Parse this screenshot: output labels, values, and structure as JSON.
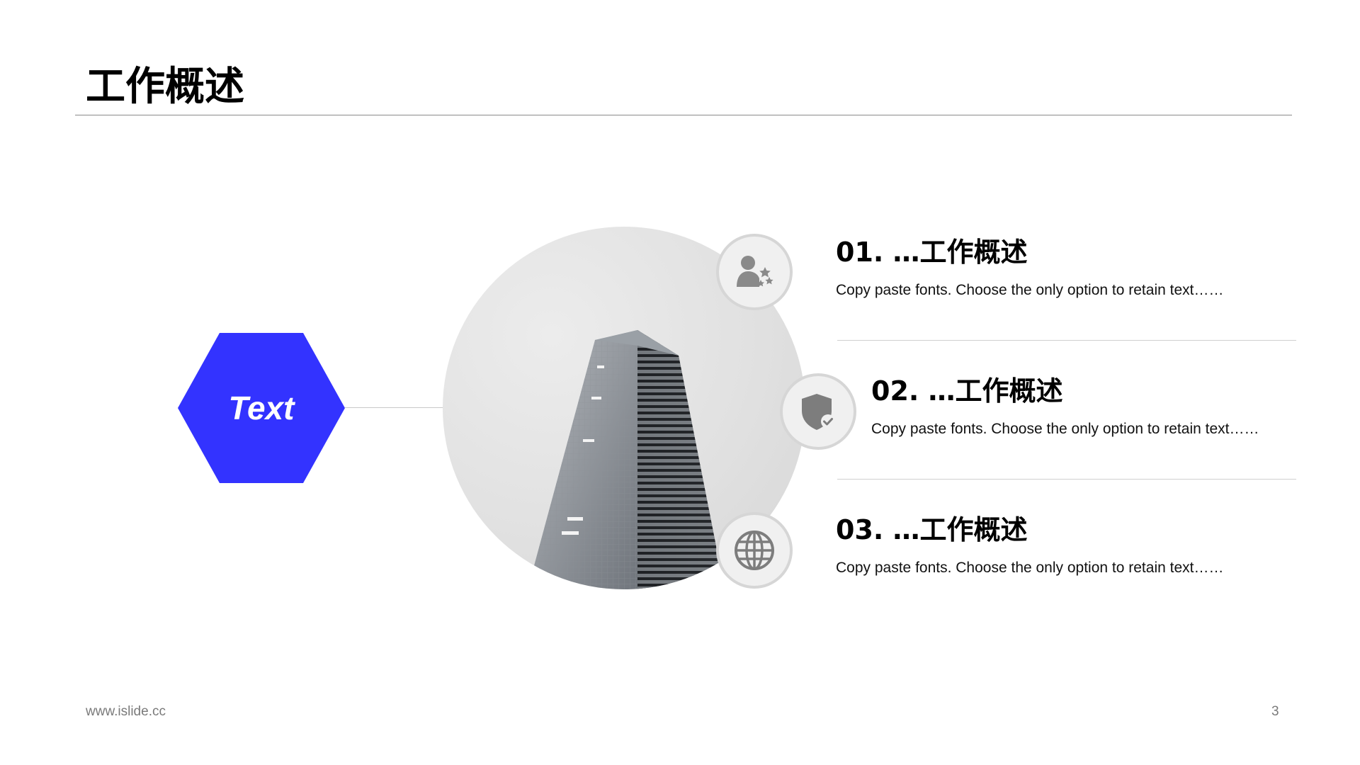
{
  "slide": {
    "title": "工作概述",
    "accent_color": "#3333ff"
  },
  "hexagon": {
    "label": "Text"
  },
  "photo": {
    "subject": "building-photo"
  },
  "items": [
    {
      "title": "01. …工作概述",
      "desc": "Copy paste fonts. Choose the only option to retain text……",
      "icon": "user-stars-icon"
    },
    {
      "title": "02. …工作概述",
      "desc": "Copy paste fonts. Choose the only option to retain text……",
      "icon": "shield-check-icon"
    },
    {
      "title": "03. …工作概述",
      "desc": "Copy paste fonts. Choose the only option to retain text……",
      "icon": "globe-icon"
    }
  ],
  "footer": {
    "url": "www.islide.cc",
    "page": "3"
  }
}
